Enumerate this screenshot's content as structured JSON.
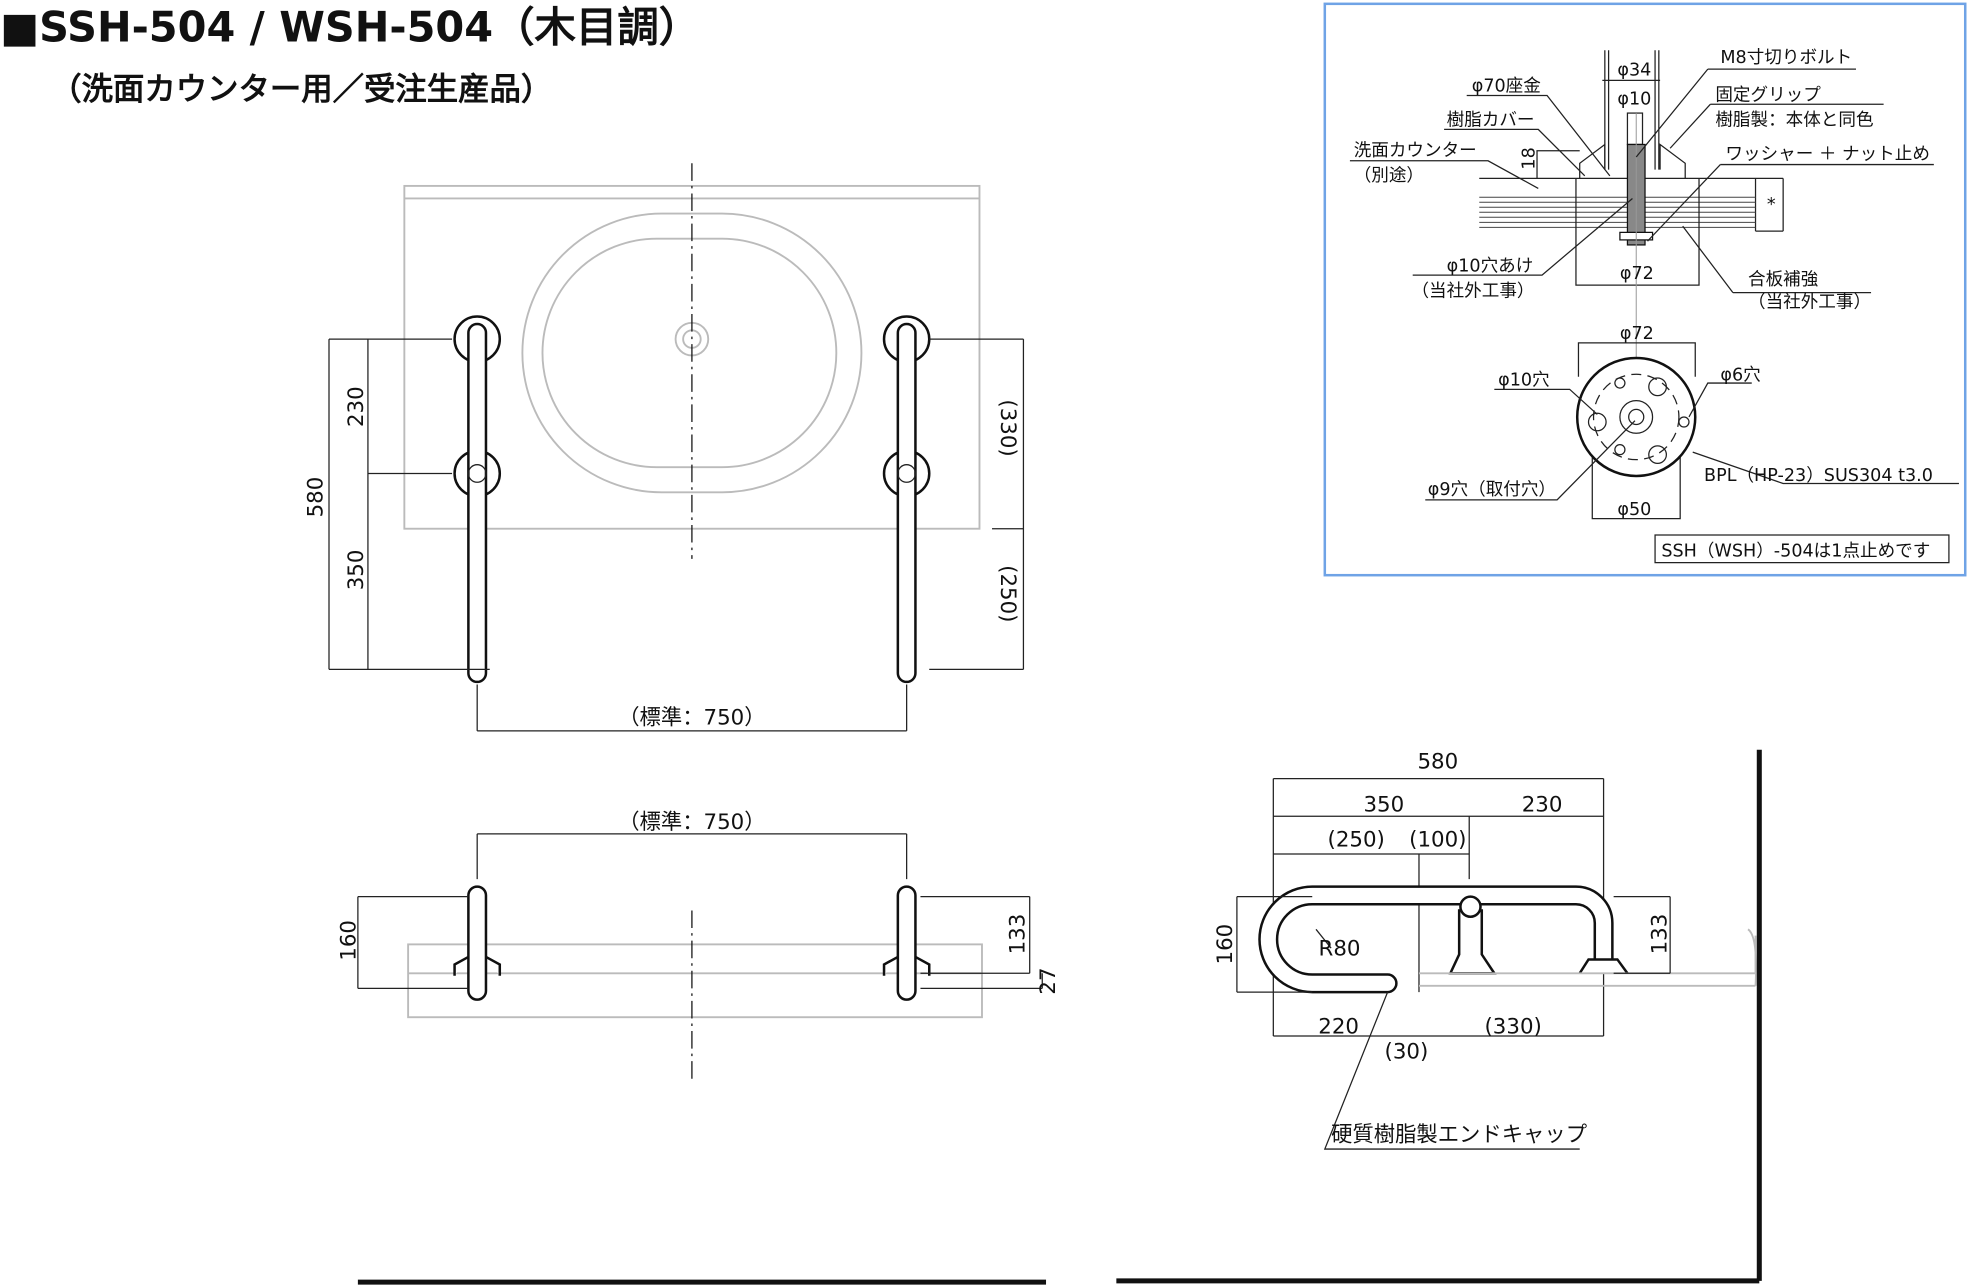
{
  "title": "■SSH-504 / WSH-504（木目調）",
  "subtitle": "（洗面カウンター用／受注生産品）",
  "plan_view": {
    "total": "580",
    "upper": "230",
    "lower": "350",
    "right_upper": "(330)",
    "right_lower": "(250)",
    "spacing": "（標準：750）"
  },
  "front_view": {
    "spacing": "（標準：750）",
    "height_left": "160",
    "height_right": "133",
    "thickness": "27"
  },
  "side_view": {
    "total": "580",
    "a": "350",
    "b": "230",
    "c": "(250)",
    "d": "(100)",
    "height_left": "160",
    "height_right": "133",
    "radius": "R80",
    "e": "220",
    "f": "(330)",
    "g": "(30)",
    "end_cap_label": "硬質樹脂製エンドキャップ"
  },
  "detail": {
    "bolt": "M8寸切りボルト",
    "d34": "φ34",
    "d10": "φ10",
    "washer70": "φ70座金",
    "grip": "固定グリップ",
    "grip_material": "樹脂製：本体と同色",
    "cover": "樹脂カバー",
    "counter": "洗面カウンター",
    "counter_note": "（別途）",
    "h18": "18",
    "washer_nut": "ワッシャー ＋ ナット止め",
    "star": "*",
    "hole10": "φ10穴あけ",
    "hole10_note": "（当社外工事）",
    "d72a": "φ72",
    "plywood": "合板補強",
    "plywood_note": "（当社外工事）",
    "d72b": "φ72",
    "hole10b": "φ10穴",
    "hole6": "φ6穴",
    "hole9": "φ9穴（取付穴）",
    "plate": "BPL（HP-23）SUS304 t3.0",
    "d50": "φ50",
    "note": "SSH（WSH）-504は1点止めです"
  }
}
